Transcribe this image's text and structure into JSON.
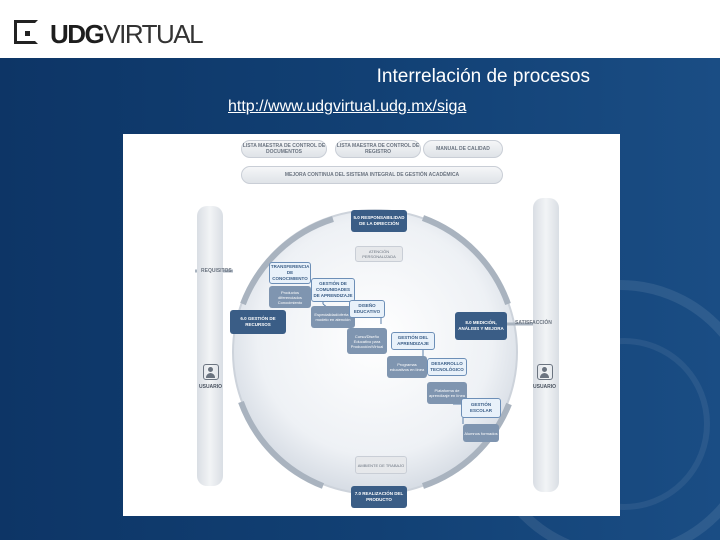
{
  "header": {
    "logo_prefix": "UDG",
    "logo_suffix": "VIRTUAL"
  },
  "slide": {
    "title": "Interrelación de procesos",
    "link": "http://www.udgvirtual.udg.mx/siga"
  },
  "diagram": {
    "top_pills": [
      "LISTA MAESTRA DE CONTROL DE DOCUMENTOS",
      "LISTA MAESTRA DE CONTROL DE REGISTRO",
      "MANUAL DE CALIDAD"
    ],
    "wide_pill": "MEJORA CONTINUA DEL SISTEMA INTEGRAL DE GESTIÓN ACADÉMICA",
    "left_label": "REQUISITOS",
    "right_label": "SATISFACCIÓN",
    "left_user": "USUARIO",
    "right_user": "USUARIO",
    "boxes": {
      "responsabilidad": "5.0 RESPONSABILIDAD DE LA DIRECCIÓN",
      "atencion": "ATENCIÓN PERSONALIZADA",
      "transferencia": "TRANSFERENCIA DE CONOCIMIENTO",
      "productos": "Productos diferenciados Conocimiento",
      "gestion_comunidades": "GESTIÓN DE COMUNIDADES DE APRENDIZAJE",
      "especialidad": "Especialidad/oferta y modelo en atención",
      "gestion_recursos": "6.0 GESTIÓN DE RECURSOS",
      "diseno": "DISEÑO EDUCATIVO",
      "curso_diseno": "Curso/Diseño Educativo para Producción/Virtual",
      "gestion_aprendizaje": "GESTIÓN DEL APRENDIZAJE",
      "medicion": "8.0 MEDICIÓN, ANÁLISIS Y MEJORA",
      "programas": "Programas educativos en línea",
      "desarrollo": "DESARROLLO TECNOLÓGICO",
      "plataforma": "Plataforma de aprendizaje en línea",
      "gestion_escolar": "GESTIÓN ESCOLAR",
      "alumnos": "Alumnos formados",
      "ambiente": "AMBIENTE DE TRABAJO",
      "realizacion": "7.0 REALIZACIÓN DEL PRODUCTO"
    }
  }
}
